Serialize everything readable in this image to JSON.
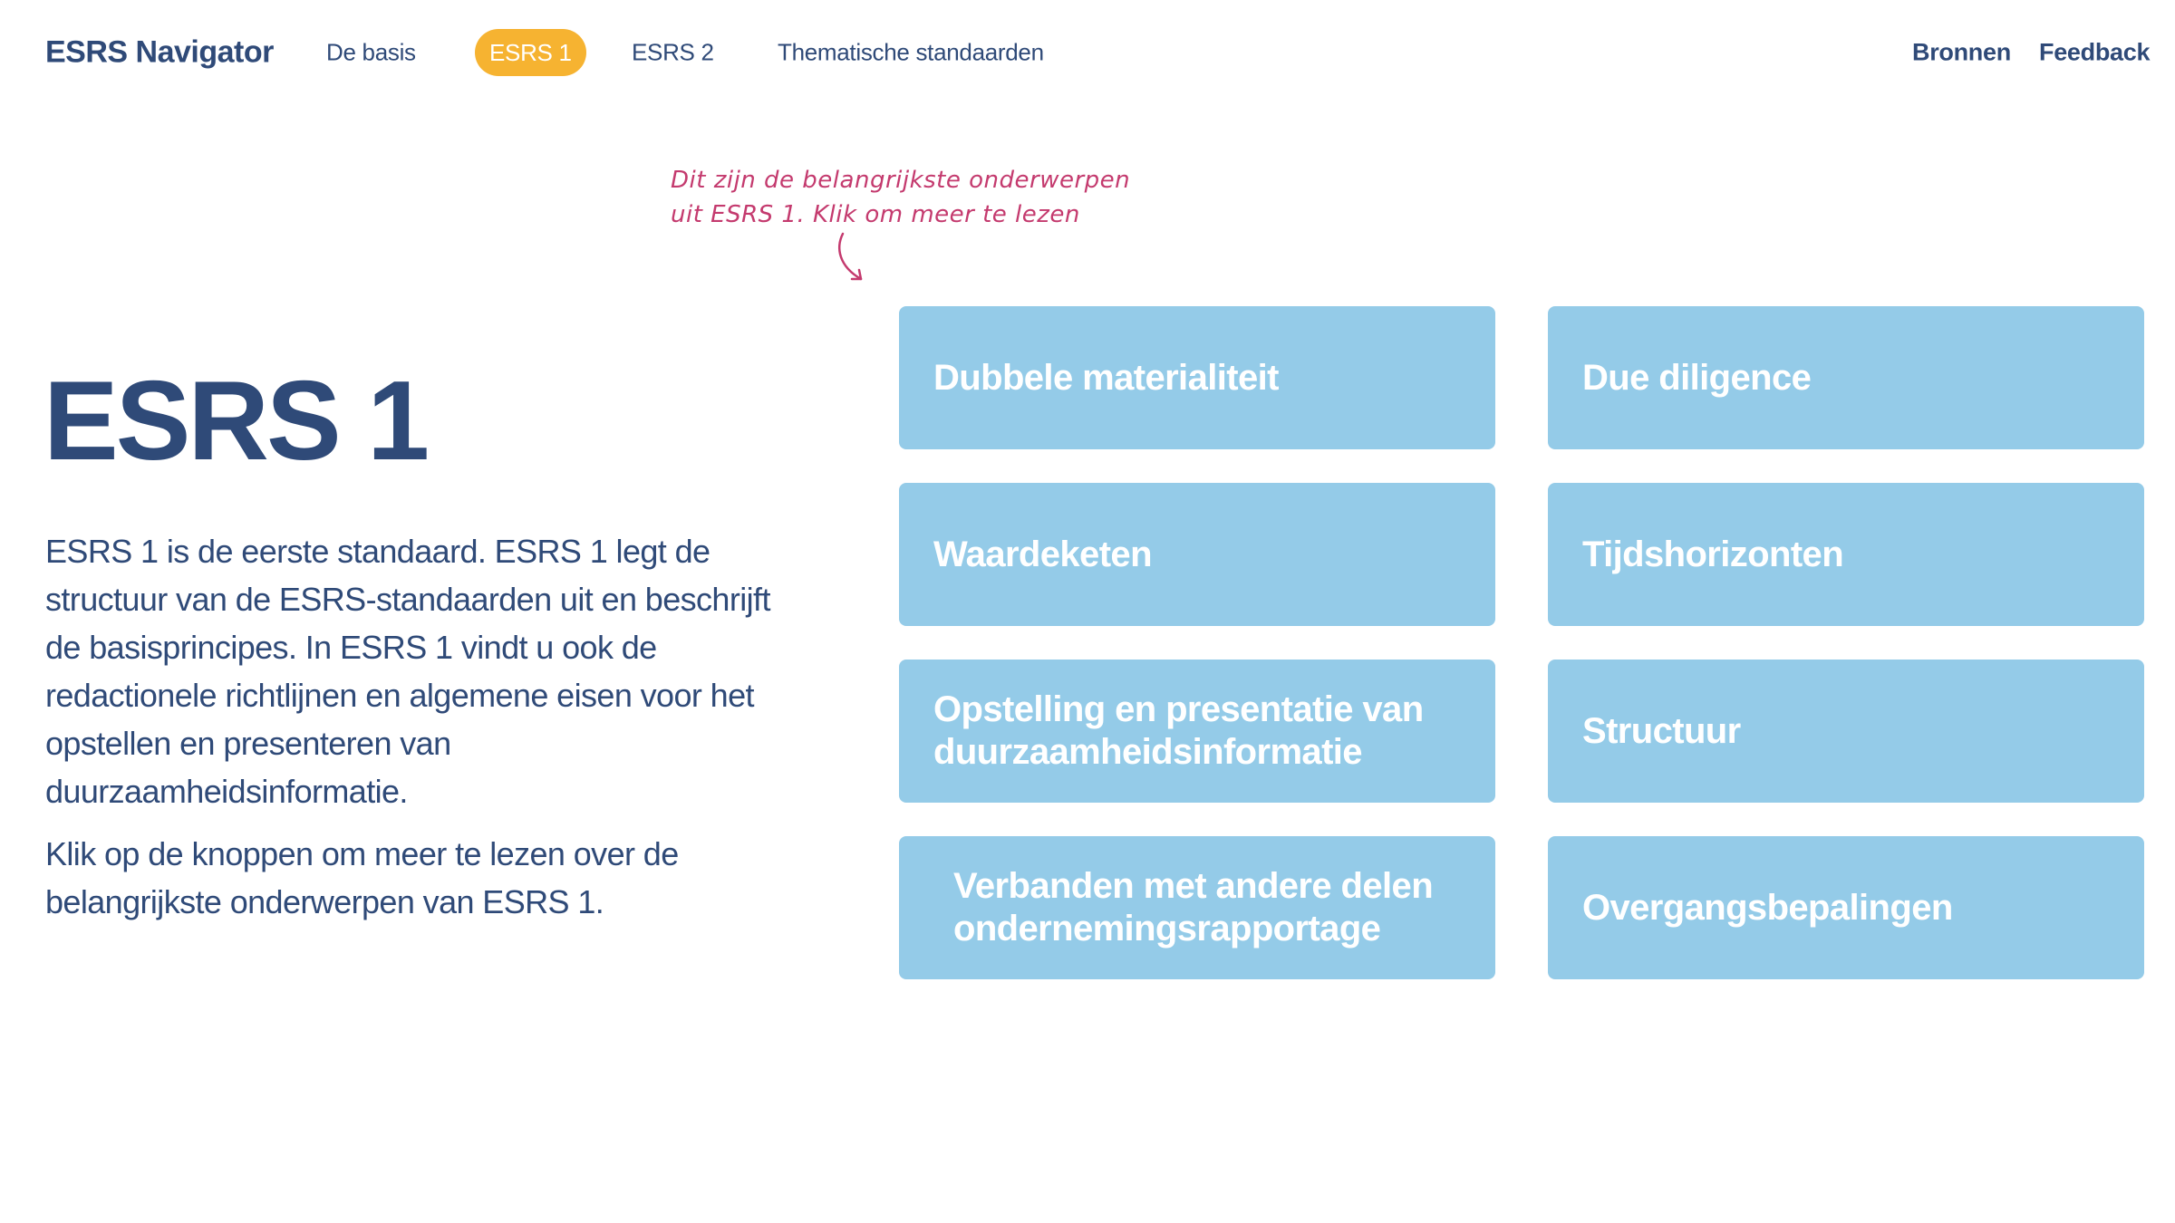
{
  "header": {
    "brand": "ESRS Navigator",
    "nav": [
      {
        "label": "De basis",
        "active": false
      },
      {
        "label": "ESRS 1",
        "active": true
      },
      {
        "label": "ESRS 2",
        "active": false
      },
      {
        "label": "Thematische standaarden",
        "active": false
      }
    ],
    "right_links": [
      {
        "label": "Bronnen"
      },
      {
        "label": "Feedback"
      }
    ]
  },
  "annotation": {
    "line1": "Dit zijn de belangrijkste onderwerpen",
    "line2": "uit ESRS 1. Klik om meer te lezen"
  },
  "main": {
    "title": "ESRS 1",
    "paragraph1": "ESRS 1 is de eerste standaard. ESRS 1 legt de structuur van de ESRS-standaarden uit en beschrijft de basisprincipes. In ESRS 1 vindt u ook de redactionele richtlijnen en algemene eisen voor het opstellen en presenteren van duurzaamheidsinformatie.",
    "paragraph2": "Klik op de knoppen om meer te lezen over de belangrijkste onderwerpen van ESRS 1."
  },
  "topics": [
    {
      "label": "Dubbele materialiteit"
    },
    {
      "label": "Due diligence"
    },
    {
      "label": "Waardeketen"
    },
    {
      "label": "Tijdshorizonten"
    },
    {
      "label": "Opstelling en presentatie van duurzaamheidsinformatie"
    },
    {
      "label": "Structuur"
    },
    {
      "label": "Verbanden met andere delen ondernemingsrapportage"
    },
    {
      "label": "Overgangsbepalingen"
    }
  ],
  "colors": {
    "navy": "#2f4a78",
    "active_pill": "#f6b331",
    "topic_button": "#94cbe8",
    "annotation": "#c43a6e"
  }
}
